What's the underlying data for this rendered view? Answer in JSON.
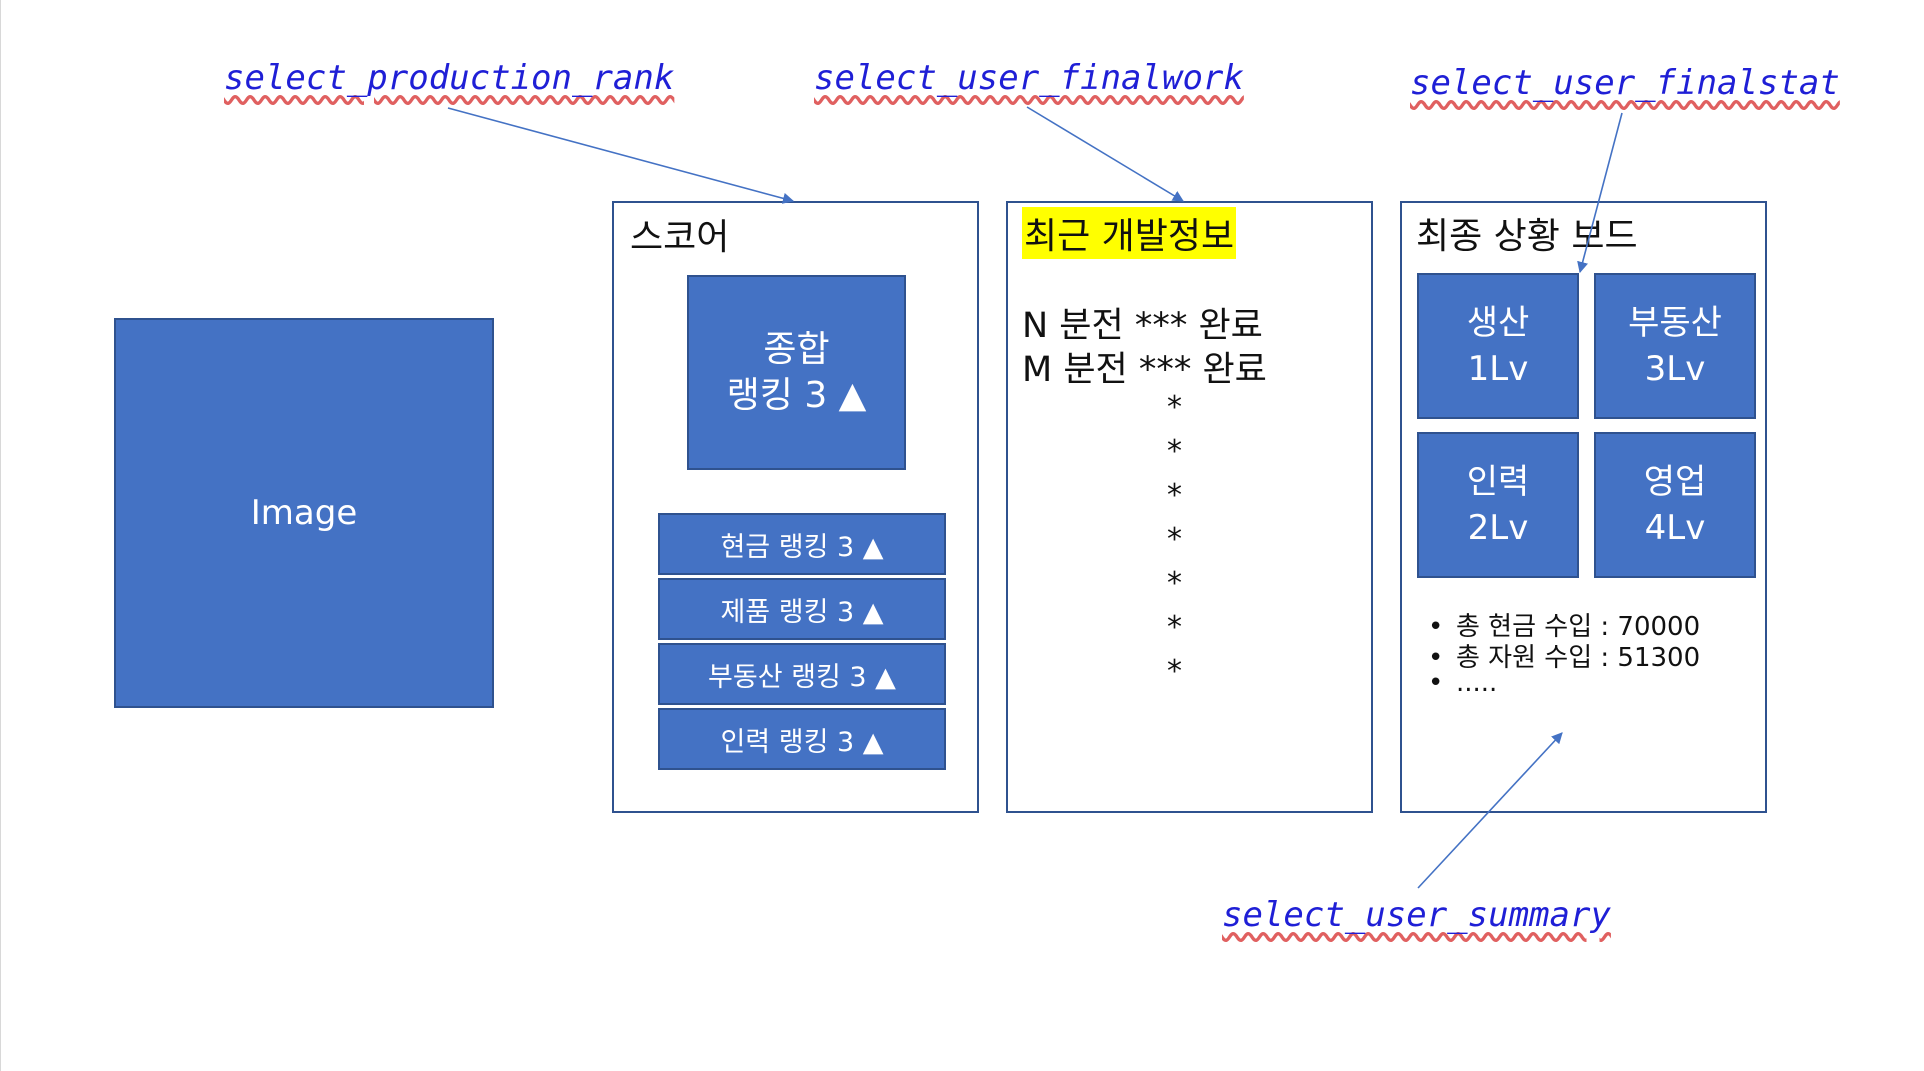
{
  "image_placeholder": {
    "label": "Image"
  },
  "score_panel": {
    "title": "스코어",
    "main_rank": "종합\n랭킹 3 ▲",
    "rank_bars": [
      {
        "label": "현금 랭킹 3 ▲"
      },
      {
        "label": "제품 랭킹 3 ▲"
      },
      {
        "label": "부동산 랭킹 3 ▲"
      },
      {
        "label": "인력 랭킹 3 ▲"
      }
    ]
  },
  "dev_panel": {
    "title": "최근 개발정보",
    "highlight_color": "#ffff00",
    "lines": [
      "N 분전 *** 완료",
      "M 분전 *** 완료"
    ],
    "ellipsis_stars": [
      "*",
      "*",
      "*",
      "*",
      "*",
      "*",
      "*"
    ]
  },
  "status_panel": {
    "title": "최종 상황 보드",
    "tiles": [
      {
        "label": "생산\n1Lv"
      },
      {
        "label": "부동산\n3Lv"
      },
      {
        "label": "인력\n2Lv"
      },
      {
        "label": "영업\n4Lv"
      }
    ],
    "summary": [
      "총 현금 수입 : 70000",
      "총 자원 수입 : 51300",
      "....."
    ]
  },
  "code_labels": {
    "production_rank": "select_production_rank",
    "user_finalwork": "select_user_finalwork",
    "user_finalstat": "select_user_finalstat",
    "user_summary": "select_user_summary"
  },
  "colors": {
    "box_fill": "#4472c4",
    "box_border": "#2f528f",
    "label_text": "#1f1fd6",
    "arrow": "#4472c4"
  }
}
